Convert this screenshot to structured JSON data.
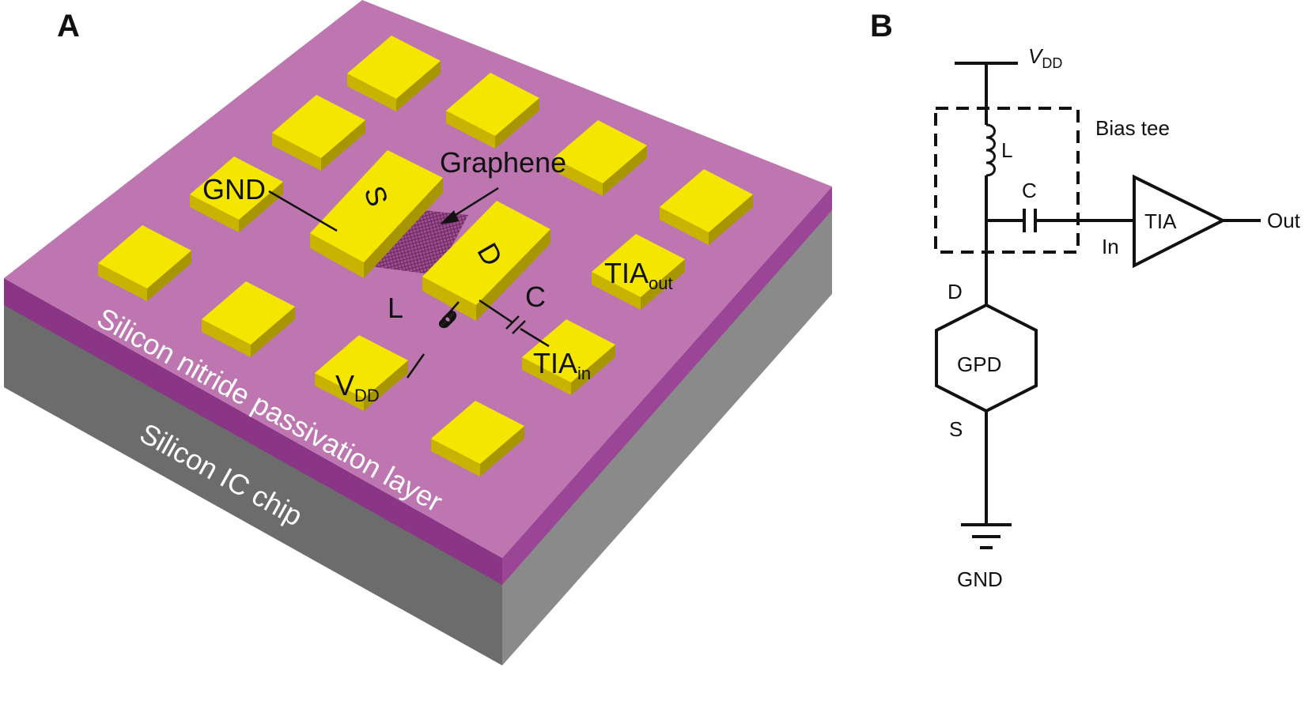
{
  "panel_a": {
    "letter": "A",
    "labels": {
      "gnd": "GND",
      "source": "S",
      "drain": "D",
      "graphene": "Graphene",
      "inductor": "L",
      "capacitor": "C",
      "tia_out_main": "TIA",
      "tia_out_sub": "out",
      "tia_in_main": "TIA",
      "tia_in_sub": "in",
      "vdd_main": "V",
      "vdd_sub": "DD",
      "passivation_layer": "Silicon nitride passivation layer",
      "chip": "Silicon IC chip"
    },
    "colors": {
      "top_surface": "#bd76b0",
      "nitride_edge": "#8b3587",
      "chip_side_front": "#6c6c6c",
      "chip_side_right": "#8a8a8a",
      "pad_top": "#f5e600",
      "pad_side": "#c8b400",
      "graphene": "#8b3a7d"
    }
  },
  "panel_b": {
    "letter": "B",
    "labels": {
      "vdd_main": "V",
      "vdd_sub": "DD",
      "bias_tee": "Bias tee",
      "inductor": "L",
      "capacitor": "C",
      "amplifier": "TIA",
      "amp_input": "In",
      "output": "Out",
      "drain": "D",
      "photodetector": "GPD",
      "source": "S",
      "ground": "GND"
    }
  }
}
